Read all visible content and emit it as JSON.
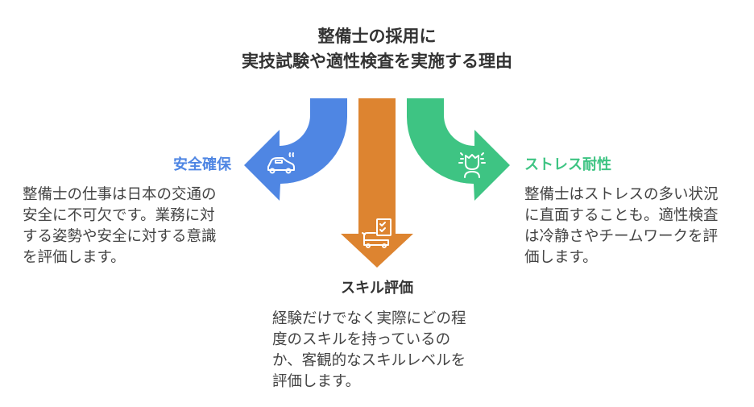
{
  "title": [
    "整備士の採用に",
    "実技試験や適性検査を実施する理由"
  ],
  "colors": {
    "safety": "#4f86e3",
    "skill": "#dd8430",
    "stress": "#3ec483"
  },
  "branches": {
    "safety": {
      "heading": "安全確保",
      "icon": "car-hood-open-icon",
      "lines": [
        "整備士の仕事は日本の交通の",
        "安全に不可欠です。業務に対",
        "する姿勢や安全に対する意識",
        "を評価します。"
      ]
    },
    "skill": {
      "heading": "スキル評価",
      "icon": "car-checklist-icon",
      "lines": [
        "経験だけでなく実際にどの程",
        "度のスキルを持っているの",
        "か、客観的なスキルレベルを",
        "評価します。"
      ]
    },
    "stress": {
      "heading": "ストレス耐性",
      "icon": "stressed-person-icon",
      "lines": [
        "整備士はストレスの多い状況",
        "に直面することも。適性検査",
        "は冷静さやチームワークを評",
        "価します。"
      ]
    }
  }
}
